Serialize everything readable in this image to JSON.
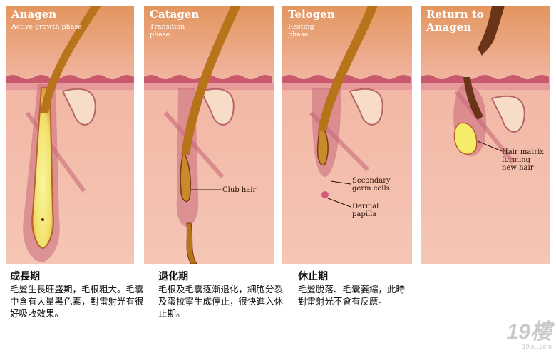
{
  "panels": [
    {
      "title": "Anagen",
      "subtitle": "Active growth phase"
    },
    {
      "title": "Catagen",
      "subtitle": "Transition phase",
      "label": "Club hair"
    },
    {
      "title": "Telogen",
      "subtitle": "Resting phase",
      "label1": "Secondary germ cells",
      "label2": "Dermal papilla"
    },
    {
      "title_line1": "Return to",
      "title_line2": "Anagen",
      "label": "Hair matrix forming new hair"
    }
  ],
  "captions": [
    {
      "heading": "成長期",
      "text": "毛髮生長旺盛期，毛根粗大。毛囊中含有大量黑色素，對雷射光有很好吸收效果。"
    },
    {
      "heading": "退化期",
      "text": "毛根及毛囊逐漸退化，細胞分裂及蛋拉寧生成停止，很快進入休止期。"
    },
    {
      "heading": "休止期",
      "text": "毛髮脫落、毛囊萎縮，此時對雷射光不會有反應。"
    }
  ],
  "watermark": {
    "number": "19樓",
    "domain": "19lou.com"
  },
  "colors": {
    "skin_top": "#e8a06a",
    "dermis": "#f2b7a4",
    "epidermis": "#c95a6e",
    "hair": "#b8741a",
    "bulb_glow": "#f6ec6a"
  }
}
